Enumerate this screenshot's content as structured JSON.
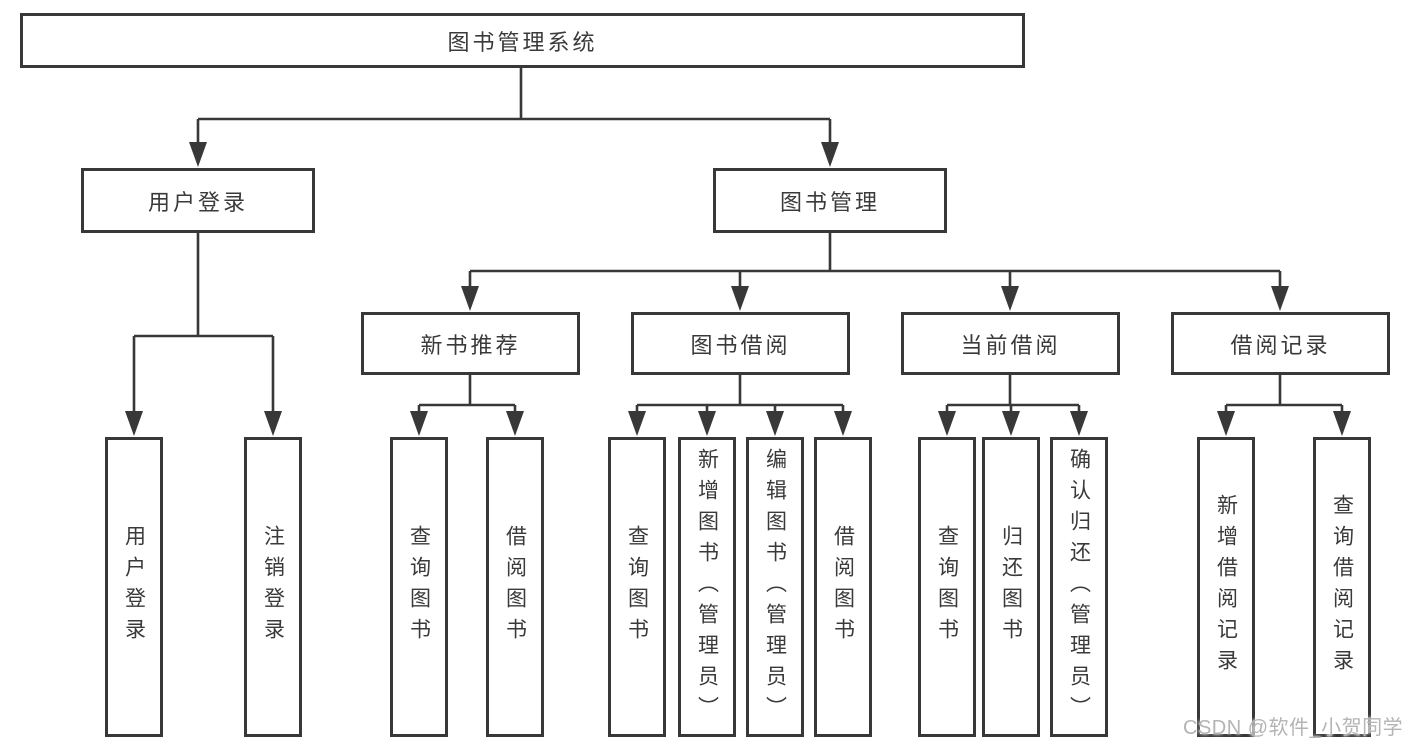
{
  "root": {
    "label": "图书管理系统"
  },
  "user_login": {
    "label": "用户登录",
    "children": [
      "用户登录",
      "注销登录"
    ]
  },
  "book_management": {
    "label": "图书管理",
    "sections": [
      {
        "label": "新书推荐",
        "children": [
          "查询图书",
          "借阅图书"
        ]
      },
      {
        "label": "图书借阅",
        "children": [
          "查询图书",
          "新增图书（管理员）",
          "编辑图书（管理员）",
          "借阅图书"
        ]
      },
      {
        "label": "当前借阅",
        "children": [
          "查询图书",
          "归还图书",
          "确认归还（管理员）"
        ]
      },
      {
        "label": "借阅记录",
        "children": [
          "新增借阅记录",
          "查询借阅记录"
        ]
      }
    ]
  },
  "watermark": {
    "text": "CSDN @软件_小贺同学"
  },
  "colors": {
    "line": "#383838",
    "text": "#3a3a3a",
    "watermark": "#b4b4b4",
    "background": "#ffffff"
  }
}
